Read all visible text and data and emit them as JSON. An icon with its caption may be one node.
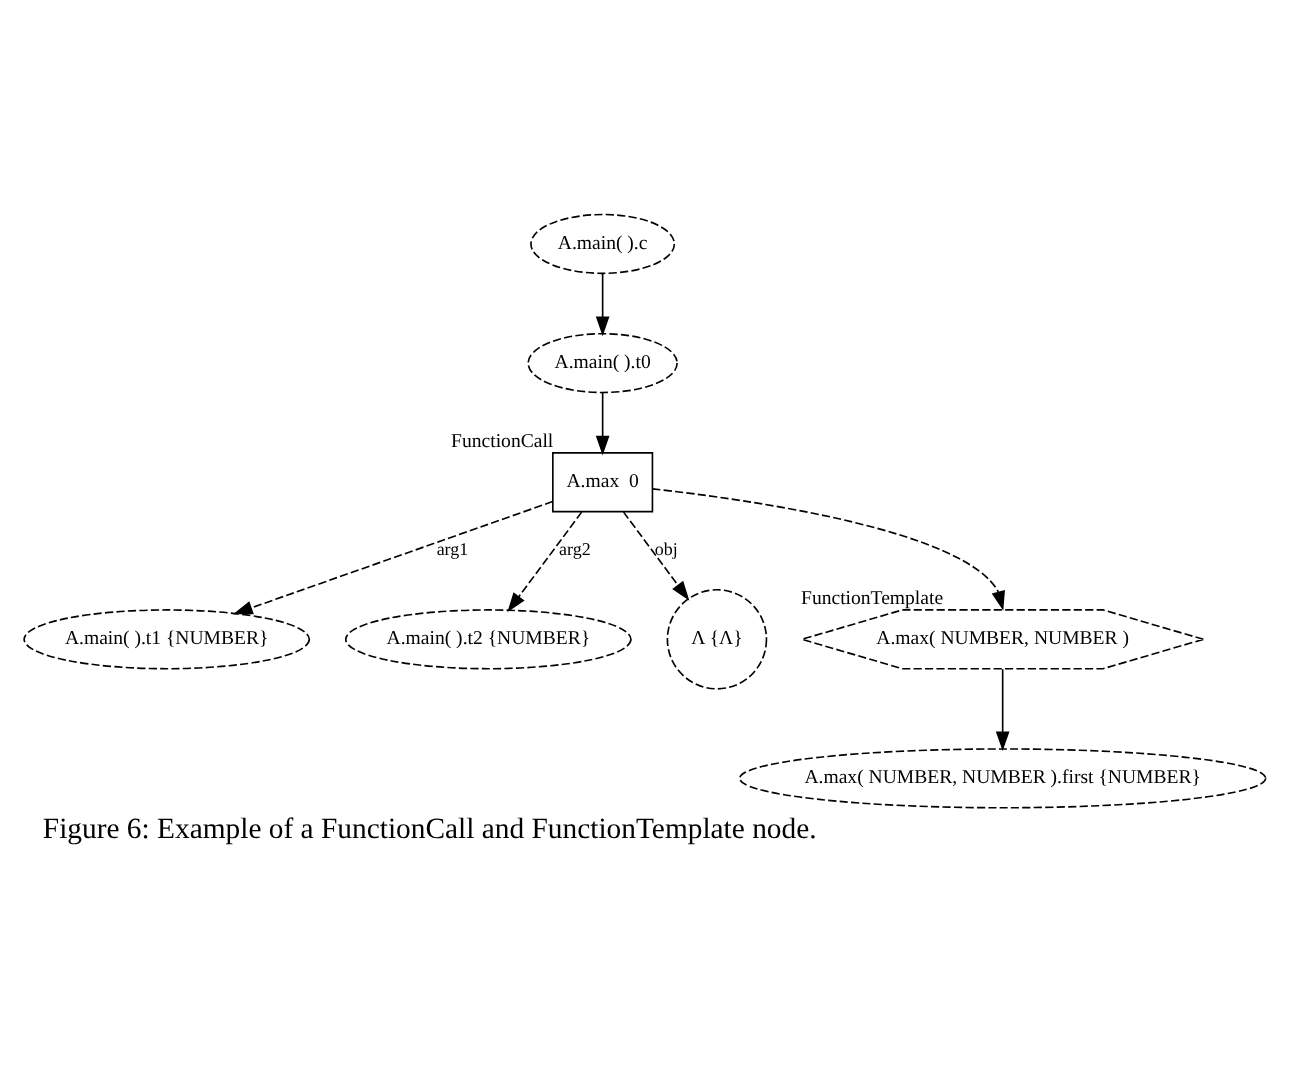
{
  "diagram": {
    "caption": "Figure 6: Example of a FunctionCall and FunctionTemplate node.",
    "nodes": [
      {
        "text": [
          "A.main( ).c"
        ]
      },
      {
        "text": [
          "A.main( ).t0"
        ]
      },
      {
        "text": [
          "A.max  0"
        ],
        "beside": [
          "FunctionCall"
        ]
      },
      {
        "text": [
          "A.main( ).t1 {NUMBER}"
        ]
      },
      {
        "text": [
          "A.main( ).t2 {NUMBER}"
        ]
      },
      {
        "text": [
          "Λ {Λ}"
        ]
      },
      {
        "text": [
          "A.max( NUMBER, NUMBER )"
        ],
        "beside": [
          "FunctionTemplate"
        ]
      },
      {
        "text": [
          "A.max( NUMBER, NUMBER ).first {NUMBER}"
        ]
      }
    ],
    "edges": [
      {
        "from": 0,
        "to": 1,
        "arrow": "to"
      },
      {
        "from": 1,
        "to": 2,
        "arrow": "to"
      },
      {
        "from": 2,
        "to": 3,
        "arrow": "to",
        "label": "arg1",
        "style": "dashed"
      },
      {
        "from": 2,
        "to": 4,
        "arrow": "to",
        "label": "arg2",
        "style": "dashed"
      },
      {
        "from": 2,
        "to": 5,
        "arrow": "to",
        "label": "obj",
        "style": "dashed"
      },
      {
        "from": 2,
        "to": 6,
        "arrow": "to",
        "style": "dashed"
      },
      {
        "from": 6,
        "to": 7,
        "arrow": "to"
      }
    ]
  }
}
